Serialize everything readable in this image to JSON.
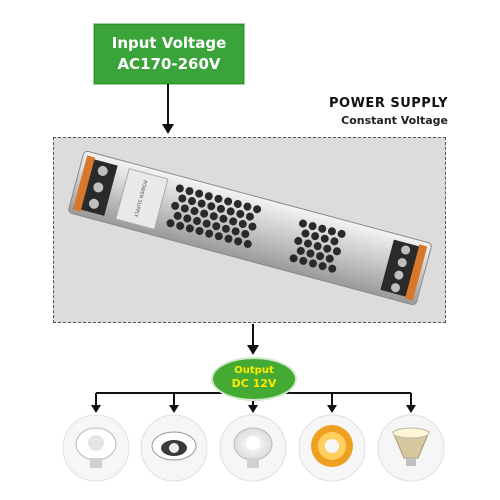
{
  "input": {
    "label": "Input Voltage",
    "value": "AC170-260V"
  },
  "power_supply": {
    "title": "POWER SUPPLY",
    "subtitle": "Constant Voltage",
    "body_print": "POWER SUPPLY"
  },
  "output": {
    "label": "Output",
    "value": "DC 12V"
  },
  "lamps": [
    "mr16-spot-lamp",
    "recessed-downlight",
    "gu10-spot-lamp",
    "led-strip-reel",
    "mr16-reflector-lamp"
  ],
  "colors": {
    "green_box": "#3aa43a",
    "output_text": "#ffeb00",
    "dash_background": "#dcdcdc"
  }
}
